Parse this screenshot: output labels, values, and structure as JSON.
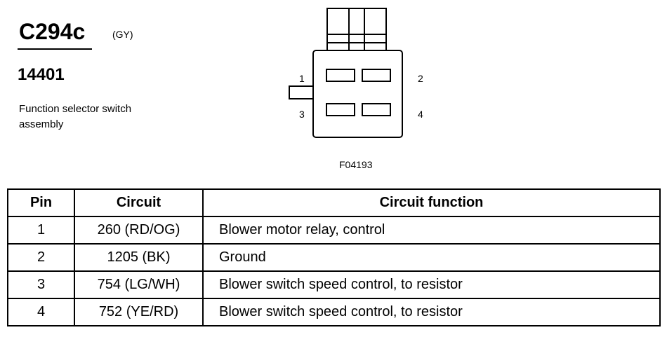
{
  "connector": {
    "id": "C294c",
    "color": "(GY)",
    "part_number": "14401",
    "component_name": "Function selector switch assembly",
    "figure_id": "F04193"
  },
  "pin_labels": [
    "1",
    "2",
    "3",
    "4"
  ],
  "table": {
    "headers": [
      "Pin",
      "Circuit",
      "Circuit function"
    ],
    "rows": [
      {
        "pin": "1",
        "circuit": "260 (RD/OG)",
        "function": "Blower motor relay, control"
      },
      {
        "pin": "2",
        "circuit": "1205 (BK)",
        "function": "Ground"
      },
      {
        "pin": "3",
        "circuit": "754 (LG/WH)",
        "function": "Blower switch speed control, to resistor"
      },
      {
        "pin": "4",
        "circuit": "752 (YE/RD)",
        "function": "Blower switch speed control, to resistor"
      }
    ]
  }
}
